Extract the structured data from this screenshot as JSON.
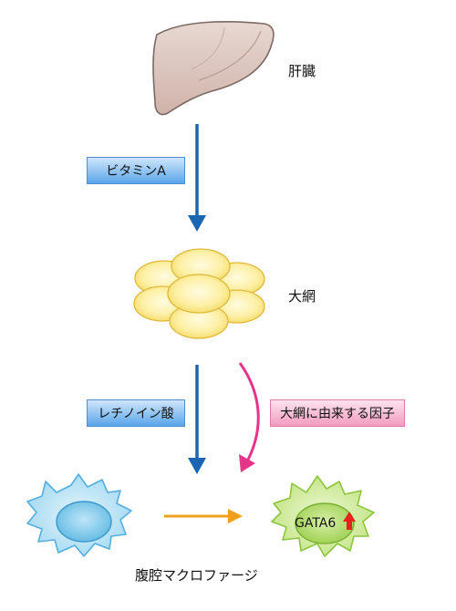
{
  "labels": {
    "liver": "肝臓",
    "omentum": "大網",
    "macrophage": "腹腔マクロファージ",
    "gata6": "GATA6"
  },
  "boxes": {
    "vitamin_a": "ビタミンA",
    "retinoic_acid": "レチノイン酸",
    "omentum_factor": "大網に由来する因子"
  },
  "colors": {
    "liver": "#d9c3bb",
    "blue_arrow": "#1a66b0",
    "pink_arrow": "#e5358b",
    "orange_arrow": "#f0a01e",
    "omentum_cell": "#fbe98a",
    "macrophage_blue": "#a8dcf2",
    "macrophage_green": "#c6e58a",
    "up_arrow": "#e8231c"
  },
  "icons": {
    "liver": "liver-icon",
    "omentum": "omentum-cells-icon",
    "macrophage_resting": "macrophage-resting-icon",
    "macrophage_activated": "macrophage-activated-icon"
  }
}
